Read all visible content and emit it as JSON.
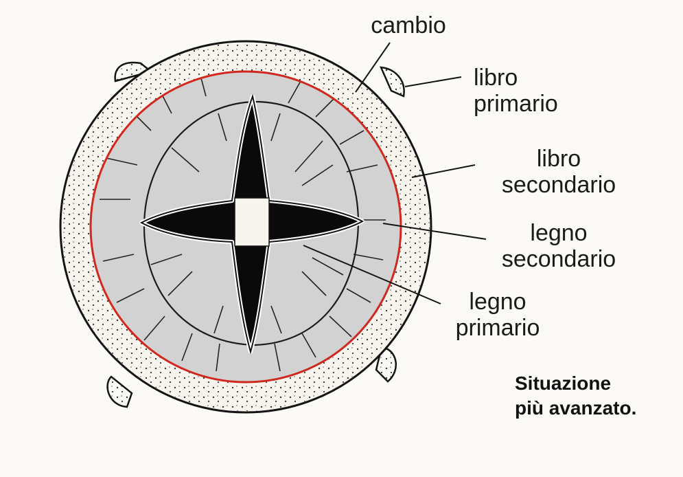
{
  "labels": {
    "cambio": "cambio",
    "libro_primario": [
      "libro",
      "primario"
    ],
    "libro_secondario": [
      "libro",
      "secondario"
    ],
    "legno_secondario": [
      "legno",
      "secondario"
    ],
    "legno_primario": [
      "legno",
      "primario"
    ]
  },
  "caption": [
    "Situazione",
    "più avanzato."
  ],
  "colors": {
    "cambium_ring": "#d0281e",
    "phloem_fill": "#f7f5ee",
    "xylem_fill": "#d2d2d2",
    "primary_xylem": "#0a0a0a",
    "outline": "#141414"
  }
}
